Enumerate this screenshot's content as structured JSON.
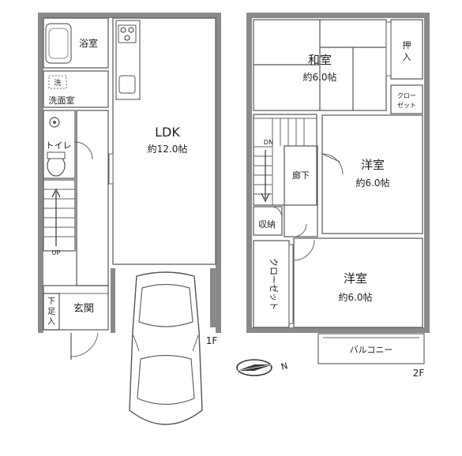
{
  "floors": {
    "first": {
      "label": "1F",
      "rooms": {
        "bath": "浴室",
        "wash_mark": "洗",
        "washroom": "洗面室",
        "toilet": "トイレ",
        "ldk_name": "LDK",
        "ldk_size": "約12.0帖",
        "entrance": "玄関",
        "shoe_box": [
          "下",
          "足",
          "入"
        ],
        "stairs_up": "UP"
      }
    },
    "second": {
      "label": "2F",
      "rooms": {
        "washitsu_name": "和室",
        "washitsu_size": "約6.0帖",
        "oshiire": [
          "押",
          "入"
        ],
        "closet_small": [
          "クロー",
          "ゼット"
        ],
        "youshitsu1_name": "洋室",
        "youshitsu1_size": "約6.0帖",
        "hallway": "廊下",
        "stairs_down": "DN",
        "storage": "収納",
        "closet_long": "クローゼット",
        "youshitsu2_name": "洋室",
        "youshitsu2_size": "約6.0帖",
        "balcony": "バルコニー"
      }
    }
  },
  "compass": {
    "north": "N"
  },
  "colors": {
    "wall": "#8a8a8a",
    "ldk": "#f7e5d3",
    "tatami": "#cfe7c2",
    "western": "#fbf5dc",
    "water": "#e2f0fb",
    "storage": "#e8dcc6",
    "floor": "#ffffff"
  }
}
